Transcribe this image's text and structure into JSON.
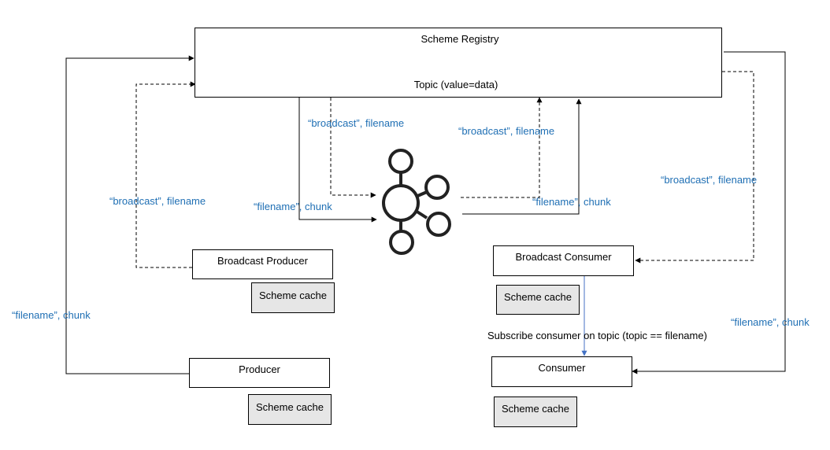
{
  "colors": {
    "label": "#1f6fb4",
    "line": "#000000",
    "subscribe_arrow": "#4472c4",
    "cache_fill": "#e6e6e6"
  },
  "icons": {
    "center": "kafka-logo-icon"
  },
  "registry": {
    "title": "Scheme Registry",
    "topic": "Topic (value=data)"
  },
  "broadcast_producer": {
    "label": "Broadcast Producer",
    "cache": "Scheme cache"
  },
  "producer": {
    "label": "Producer",
    "cache": "Scheme cache"
  },
  "broadcast_consumer": {
    "label": "Broadcast Consumer",
    "cache": "Scheme cache"
  },
  "consumer": {
    "label": "Consumer",
    "cache": "Scheme cache"
  },
  "subscribe": "Subscribe consumer on topic (topic == filename)",
  "labels": {
    "broadcast_filename": "“broadcast”, filename",
    "filename_chunk": "“filename”, chunk"
  }
}
